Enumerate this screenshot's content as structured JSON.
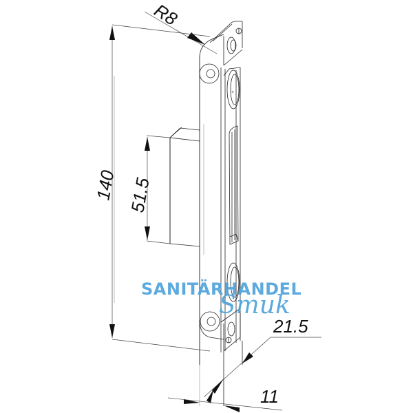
{
  "drawing": {
    "subject": "strike plate technical drawing",
    "dimensions": {
      "radius": "R8",
      "total_height": "140",
      "tongue_height": "51.5",
      "depth": "21.5",
      "width": "11"
    }
  },
  "watermark": {
    "title": "SANITÄRHANDEL",
    "script": "Smuk",
    "color": "#4fa3dc"
  },
  "colors": {
    "line": "#222222",
    "background": "#ffffff"
  }
}
